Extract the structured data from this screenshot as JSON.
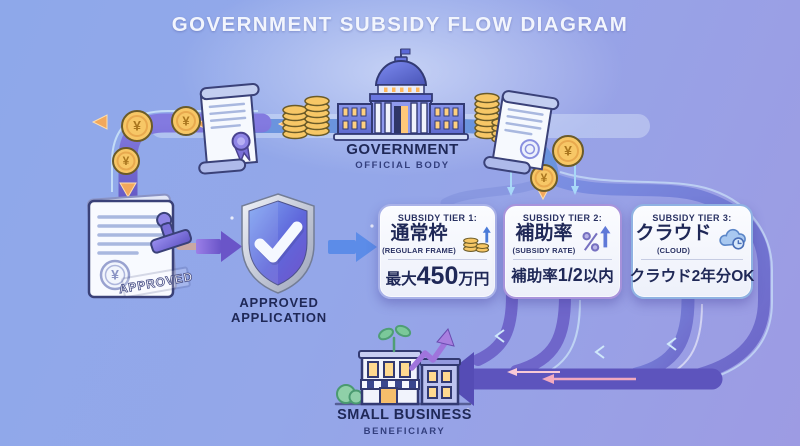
{
  "title": "GOVERNMENT SUBSIDY FLOW DIAGRAM",
  "government": {
    "label": "GOVERNMENT",
    "sublabel": "OFFICIAL BODY"
  },
  "approval": {
    "line1": "APPROVED",
    "line2": "APPLICATION",
    "stamp": "APPROVED"
  },
  "tiers": [
    {
      "header": "SUBSIDY TIER 1:",
      "name": "通常枠",
      "subname": "(REGULAR FRAME)",
      "value_pre": "最大",
      "value_em": "450",
      "value_post": "万円",
      "icon": "coins-growth-icon"
    },
    {
      "header": "SUBSIDY TIER 2:",
      "name": "補助率",
      "subname": "(SUBSIDY RATE)",
      "value_pre": "補助率 ",
      "value_em": "1/2",
      "value_post": " 以内",
      "icon": "percent-growth-icon"
    },
    {
      "header": "SUBSIDY TIER 3:",
      "name": "クラウド",
      "subname": "(CLOUD)",
      "value_pre": "クラウド",
      "value_em": "2年分",
      "value_post": " OK",
      "icon": "cloud-clock-icon"
    }
  ],
  "beneficiary": {
    "label": "SMALL BUSINESS",
    "sublabel": "BENEFICIARY"
  },
  "currency": "¥",
  "colors": {
    "background_start": "#8EA8EA",
    "background_end": "#9D9BE3",
    "path_purple": "#7B70D6",
    "path_blue": "#6B94DE",
    "accent_orange": "#F2A85C",
    "coin_gold": "#F7C766",
    "navy_text": "#1F2857",
    "card_bg": "#F4F6FC",
    "arrow_pink": "#F3AABF",
    "accent_light": "#CFE8FA"
  }
}
